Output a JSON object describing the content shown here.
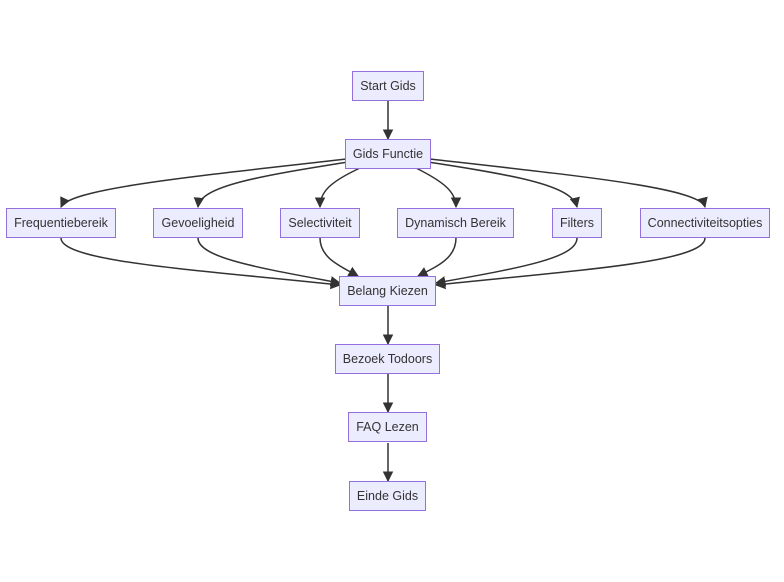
{
  "nodes": {
    "start": "Start Gids",
    "functie": "Gids Functie",
    "frequentie": "Frequentiebereik",
    "gevoeligheid": "Gevoeligheid",
    "selectiviteit": "Selectiviteit",
    "dynamisch": "Dynamisch Bereik",
    "filters": "Filters",
    "connectiviteit": "Connectiviteitsopties",
    "belang": "Belang Kiezen",
    "bezoek": "Bezoek Todoors",
    "faq": "FAQ Lezen",
    "einde": "Einde Gids"
  },
  "edges": [
    [
      "start",
      "functie"
    ],
    [
      "functie",
      "frequentie"
    ],
    [
      "functie",
      "gevoeligheid"
    ],
    [
      "functie",
      "selectiviteit"
    ],
    [
      "functie",
      "dynamisch"
    ],
    [
      "functie",
      "filters"
    ],
    [
      "functie",
      "connectiviteit"
    ],
    [
      "frequentie",
      "belang"
    ],
    [
      "gevoeligheid",
      "belang"
    ],
    [
      "selectiviteit",
      "belang"
    ],
    [
      "dynamisch",
      "belang"
    ],
    [
      "filters",
      "belang"
    ],
    [
      "connectiviteit",
      "belang"
    ],
    [
      "belang",
      "bezoek"
    ],
    [
      "bezoek",
      "faq"
    ],
    [
      "faq",
      "einde"
    ]
  ],
  "colors": {
    "node_fill": "#ececff",
    "node_border": "#9370db",
    "edge": "#333333",
    "text": "#333333"
  }
}
